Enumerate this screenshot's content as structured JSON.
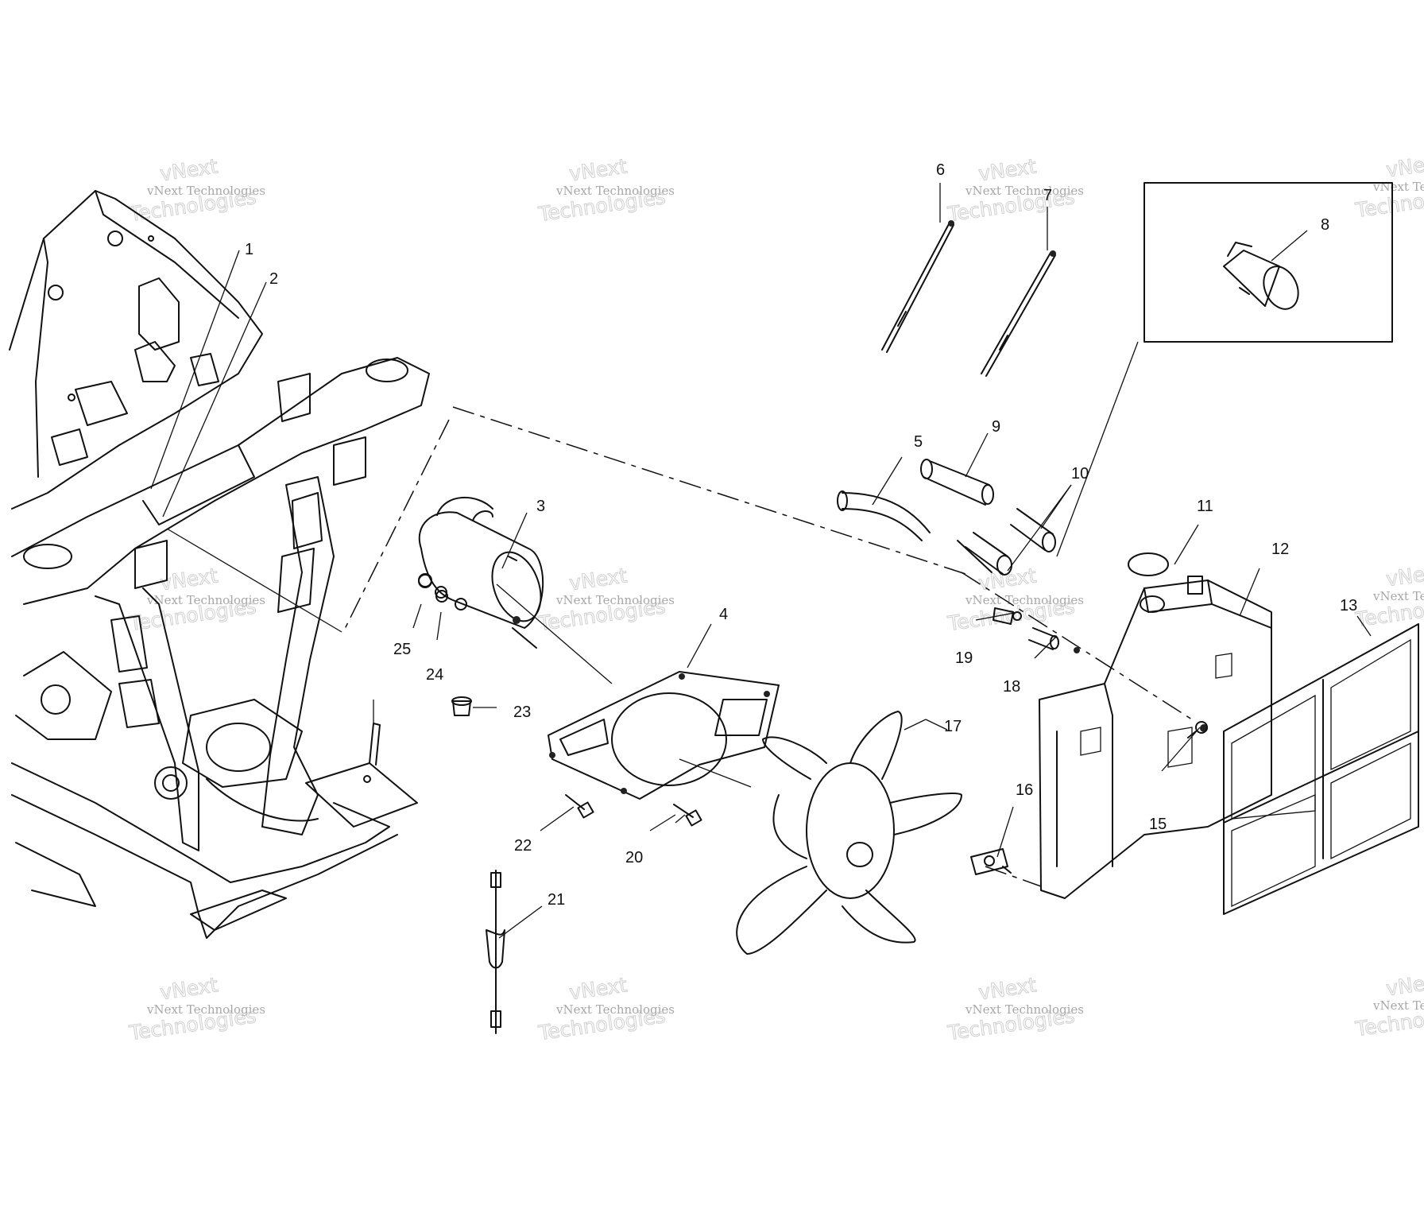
{
  "diagram": {
    "callouts": [
      "1",
      "2",
      "3",
      "4",
      "5",
      "6",
      "7",
      "8",
      "9",
      "10",
      "11",
      "12",
      "13",
      "15",
      "16",
      "17",
      "18",
      "19",
      "20",
      "21",
      "22",
      "23",
      "24",
      "25"
    ],
    "watermark": {
      "line1": "vNext",
      "line2": "vNext Technologies",
      "line3": "Technologies"
    }
  }
}
